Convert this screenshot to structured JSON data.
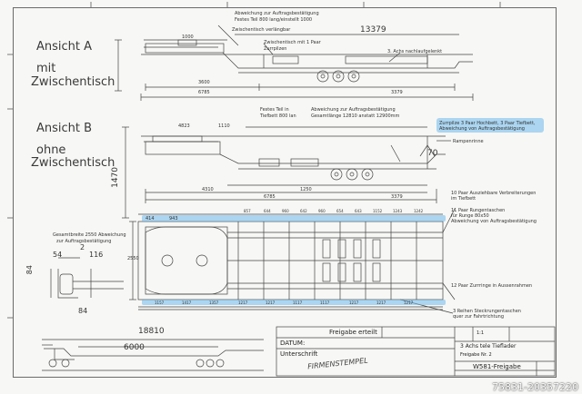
{
  "view_a": {
    "title_line1": "Ansicht  A",
    "title_line2": "mit",
    "title_line3": "Zwischentisch",
    "note_deviation": "Abweichung zur Auftragsbestätigung",
    "note_fixed_part": "Festes Teil 800 lang/einstellt 1000",
    "note_intermediate": "Zwischentisch verlängbar",
    "note_intermediate2": "Zwischentisch mit 1 Paar",
    "note_intermediate3": "Zurrpilzen",
    "note_axle": "3. Achs nachlaufgelenkt",
    "dim_total": "13379",
    "dim_left": "6785",
    "dim_right": "3379",
    "dim_small": "3600",
    "dim_1000": "1000"
  },
  "view_b": {
    "title_line1": "Ansicht  B",
    "title_line2": "ohne",
    "title_line3": "Zwischentisch",
    "note_fixed": "Festes Teil in",
    "note_fixed2": "Tiefbett 800 lan",
    "note_deviation": "Abweichung zur Auftragsbestätigung",
    "note_total_length": "Gesamtlänge 12810 anstatt 12900mm",
    "note_lashing": "Zurrpilze 3 Paar Hochbett, 3 Paar Tiefbett,",
    "note_lashing2": "Abweichung von Auftragsbestätigung",
    "note_ramp": "Rampenrinne",
    "dim_1470": "1470",
    "dim_70": "70",
    "dim_4823": "4823",
    "dim_1110": "1110",
    "dim_6785": "6785",
    "dim_1250": "1250",
    "dim_3379": "3379",
    "dim_4310": "4310"
  },
  "plan_view": {
    "note_width": "Gesamtbreite 2550 Abweichung",
    "note_width2": "zur Auftragsbestätigung",
    "note_extend": "10 Paar Ausziehbare Verbreiterungen",
    "note_extend2": "im Tiefbett",
    "note_ramp_pockets": "11 Paar Rungentaschen",
    "note_ramp_pockets2": "für Runge 80x50",
    "note_ramp_pockets3": "Abweichung von Auftragsbestätigung",
    "note_rings": "12 Paar Zurrringe in Aussenrahmen",
    "note_rows": "3 Reihen Steckrungentaschen",
    "note_rows2": "quer zur Fahrtrichtung",
    "dim_414": "414",
    "dim_943": "943",
    "dim_2550": "2550",
    "dims_top": [
      "857",
      "644",
      "960",
      "642",
      "960",
      "654",
      "643",
      "1152",
      "1243",
      "1242"
    ],
    "dims_bottom": [
      "1157",
      "1417",
      "1357",
      "1217",
      "1217",
      "1117",
      "1117",
      "1217",
      "1217",
      "1217"
    ]
  },
  "side_detail": {
    "dim_84": "84",
    "dim_54": "54",
    "dim_2": "2",
    "dim_116": "116",
    "dim_84b": "84"
  },
  "mini_view": {
    "dim_18810": "18810",
    "dim_6000": "6000"
  },
  "title_block": {
    "release": "Freigabe",
    "release_state": "erteilt",
    "date_label": "DATUM:",
    "signature_label": "Unterschrift",
    "stamp": "FIRMENSTEMPEL",
    "product": "3 Achs tele Tieflader",
    "release_no": "Freigabe Nr. 2",
    "drawing_no": "W581-Freigabe",
    "scale": "1:1"
  },
  "watermark": "75831-20357220"
}
